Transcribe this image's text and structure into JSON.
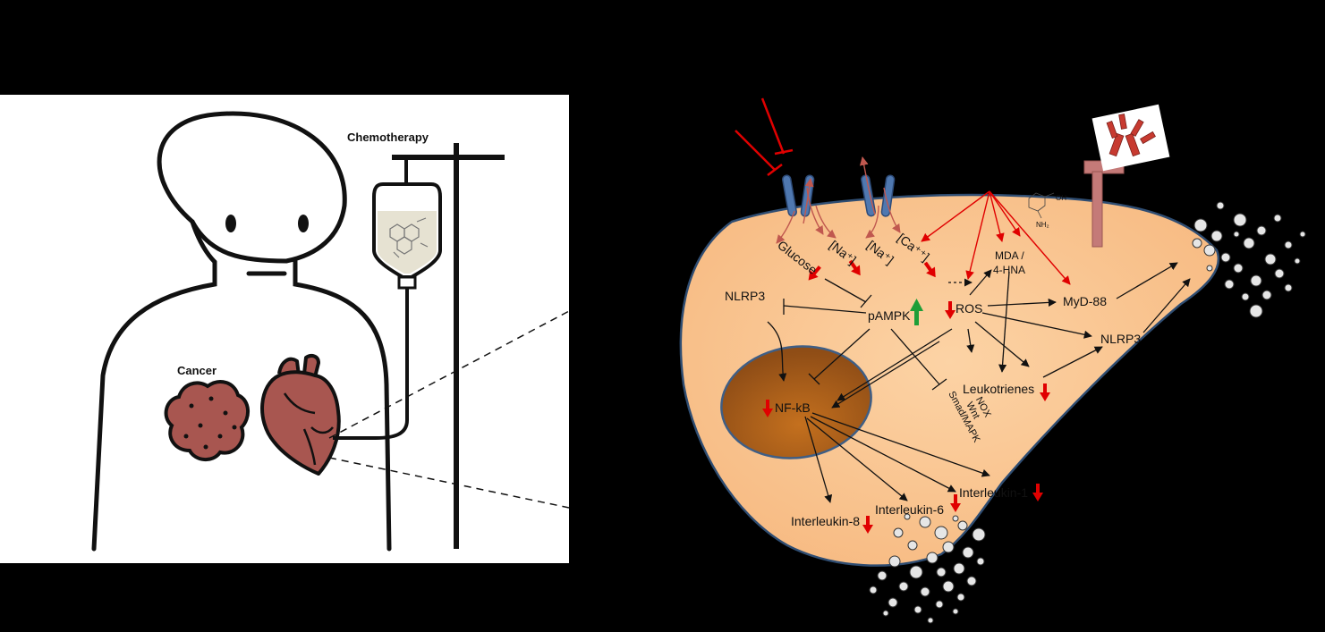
{
  "left_panel": {
    "chemo_label": "Chemotherapy",
    "cancer_label": "Cancer"
  },
  "cell": {
    "labels": {
      "glucose": "Glucose",
      "na1": "[Na⁺]",
      "na2": "[Na⁺]",
      "ca": "[Ca⁺⁺]",
      "mda": "MDA /",
      "hna": "4-HNA",
      "nlrp3_left": "NLRP3",
      "pampk": "pAMPK",
      "ros": "ROS",
      "myd88": "MyD-88",
      "nlrp3_right": "NLRP3",
      "nfkb": "NF-kB",
      "leukotrienes": "Leukotrienes",
      "smad": "Smad/MAPK",
      "wnt": "Wnt",
      "nox": "NOX",
      "il8": "Interleukin-8",
      "il6": "Interleukin-6",
      "il1": "Interleukin-1",
      "oh": "OH",
      "nh2": "NH₂"
    }
  },
  "colors": {
    "background": "#000000",
    "cell_fill": "#fbc793",
    "nucleus_fill": "#a0581c",
    "heart_tumor": "#a85650",
    "channel": "#4f78b0",
    "receptor": "#c47a78",
    "down_arrow": "#e00000",
    "up_arrow": "#1e9e38"
  }
}
